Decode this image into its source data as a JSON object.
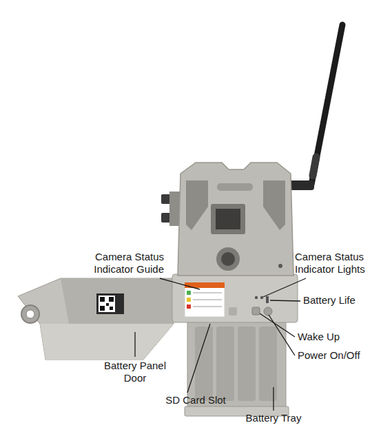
{
  "diagram": {
    "labels": [
      "Camera Status Indicator Guide",
      "Camera Status Indicator Lights",
      "Battery Life",
      "Wake Up",
      "Power On/Off",
      "Battery Panel Door",
      "SD Card Slot",
      "Battery Tray"
    ]
  }
}
